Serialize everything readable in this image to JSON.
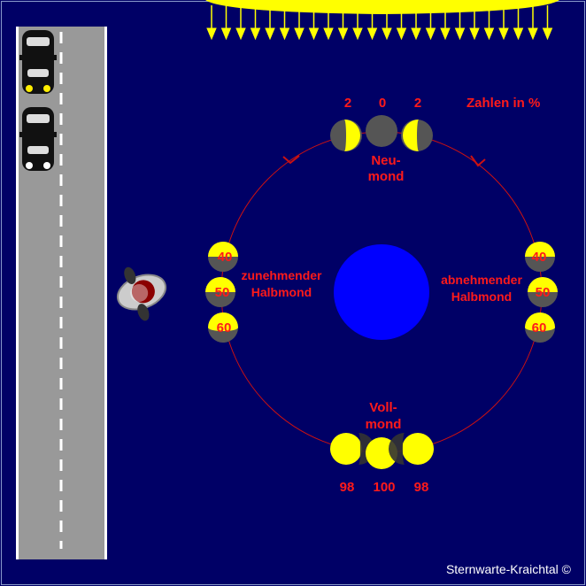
{
  "labels": {
    "units_note": "Zahlen in %",
    "new_moon_line1": "Neu-",
    "new_moon_line2": "mond",
    "waxing_line1": "zunehmender",
    "waxing_line2": "Halbmond",
    "waning_line1": "abnehmender",
    "waning_line2": "Halbmond",
    "full_moon_line1": "Voll-",
    "full_moon_line2": "mond",
    "copyright": "Sternwarte-Kraichtal ©"
  },
  "phases": {
    "new_moon": {
      "illumination": [
        "2",
        "0",
        "2"
      ]
    },
    "waxing_half": {
      "illumination": [
        "40",
        "50",
        "60"
      ]
    },
    "waning_half": {
      "illumination": [
        "40",
        "50",
        "60"
      ]
    },
    "full_moon": {
      "illumination": [
        "98",
        "100",
        "98"
      ]
    }
  },
  "colors": {
    "background": "#000066",
    "earth": "#0000ff",
    "moon_lit": "#ffff00",
    "moon_dark": "#555555",
    "orbit": "#cc1111",
    "label": "#ff1a1a",
    "sun": "#ffff00",
    "road": "#999999"
  },
  "icons": {
    "sun": "sun-rays-icon",
    "earth": "earth-circle",
    "observer": "person-top-view-icon",
    "car": "car-top-view-icon"
  }
}
